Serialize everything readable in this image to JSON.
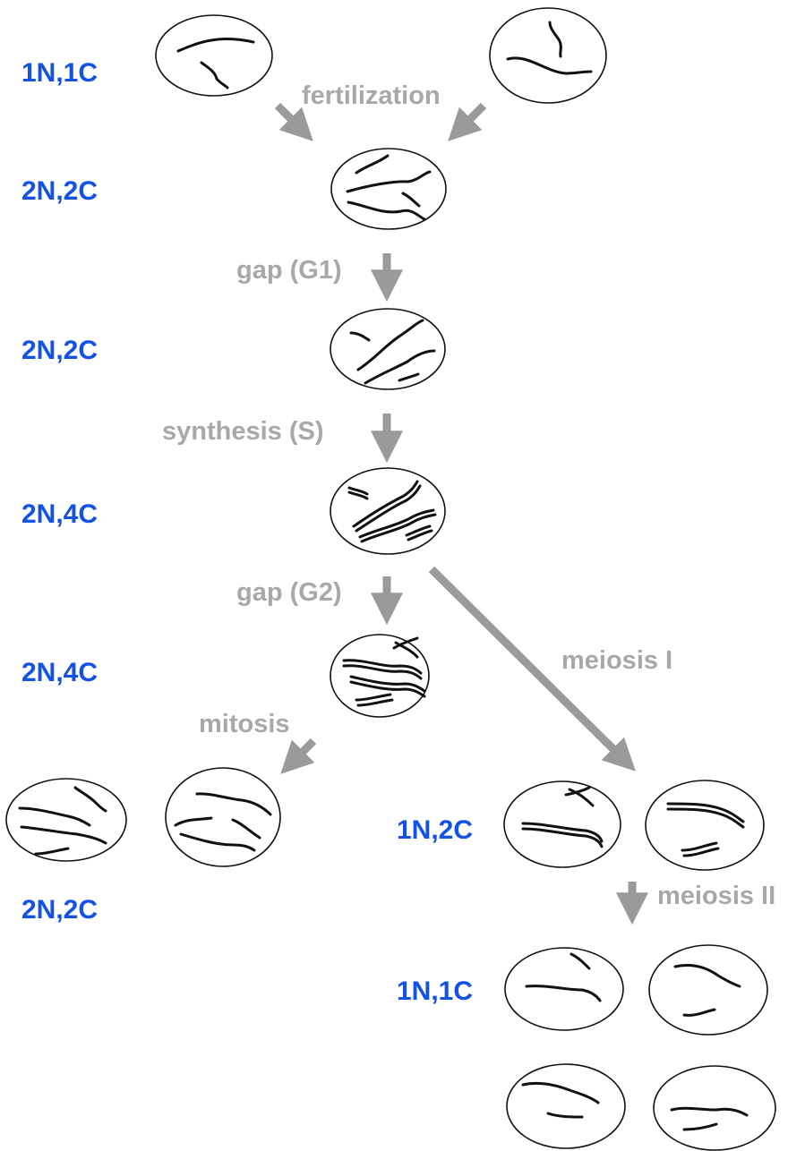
{
  "ploidy_labels": {
    "gametes": "1N,1C",
    "zygote": "2N,2C",
    "g1": "2N,2C",
    "s": "2N,4C",
    "g2": "2N,4C",
    "mitosis_products": "2N,2C",
    "meiosis1_products": "1N,2C",
    "meiosis2_products": "1N,1C"
  },
  "step_labels": {
    "fertilization": "fertilization",
    "gap_g1": "gap (G1)",
    "synthesis": "synthesis (S)",
    "gap_g2": "gap (G2)",
    "mitosis": "mitosis",
    "meiosis_1": "meiosis I",
    "meiosis_2": "meiosis II"
  },
  "colors": {
    "ploidy_text": "#1452e6",
    "step_text": "#a8a8a8",
    "arrow": "#9a9a9a",
    "chromosome": "#111111"
  }
}
